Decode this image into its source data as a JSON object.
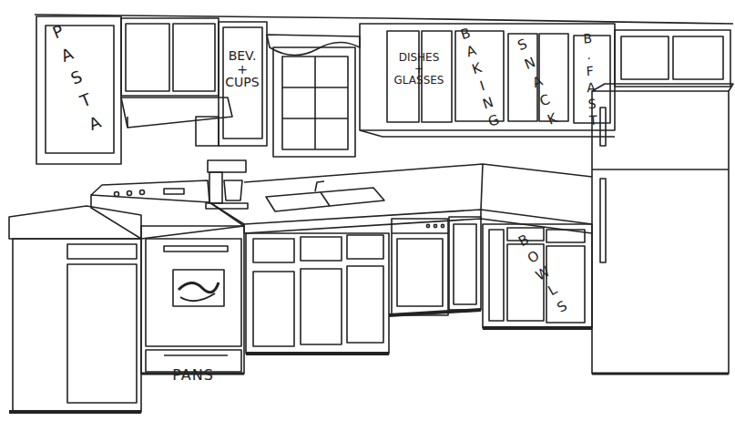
{
  "diagram": {
    "labels": [
      "PASTA",
      "BEV. + CUPS",
      "DISHES + GLASSES",
      "BAKING",
      "SNACK",
      "B.FAST",
      "BOWLS",
      "PANS"
    ]
  }
}
